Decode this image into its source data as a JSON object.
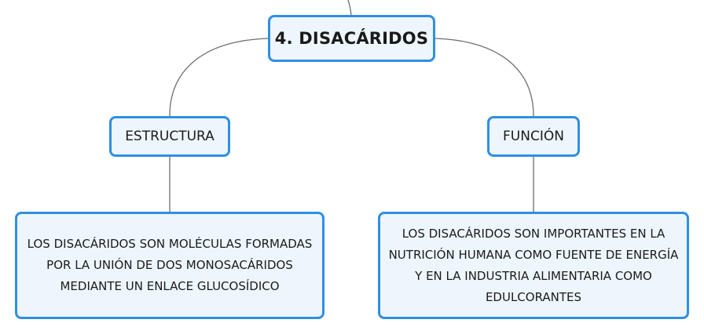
{
  "root": {
    "label": "4. DISACÁRIDOS"
  },
  "branches": [
    {
      "label": "ESTRUCTURA",
      "detail": "LOS DISACÁRIDOS SON MOLÉCULAS FORMADAS POR LA UNIÓN DE DOS MONOSACÁRIDOS MEDIANTE UN ENLACE GLUCOSÍDICO"
    },
    {
      "label": "FUNCIÓN",
      "detail": "LOS DISACÁRIDOS SON IMPORTANTES EN LA NUTRICIÓN HUMANA COMO FUENTE DE ENERGÍA Y EN LA INDUSTRIA ALIMENTARIA COMO EDULCORANTES"
    }
  ],
  "colors": {
    "node_border": "#2f8fe3",
    "node_fill": "#eef6fd",
    "connector": "#6e6e6e",
    "text": "#1a1a1a"
  }
}
